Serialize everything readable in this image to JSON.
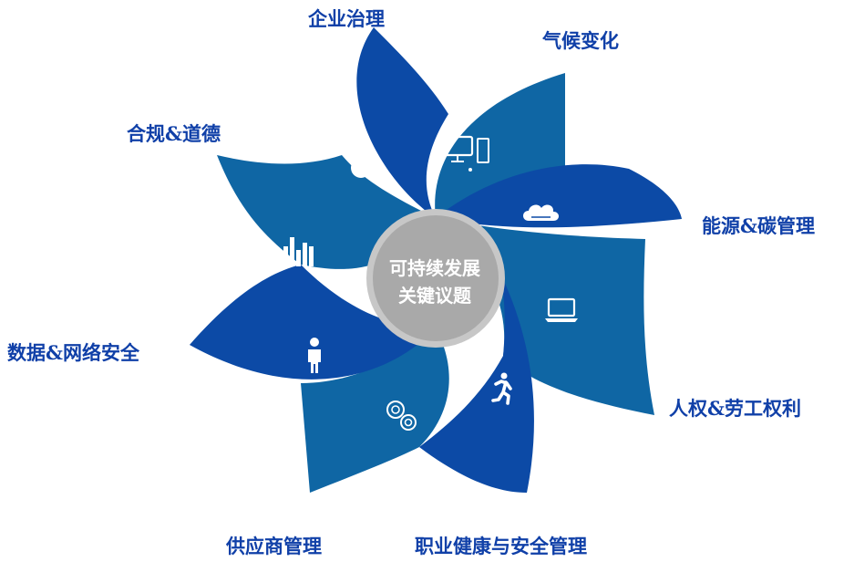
{
  "center": {
    "line1": "可持续发展",
    "line2": "关键议题"
  },
  "colors": {
    "dark_blue": "#0c4aa6",
    "teal_blue": "#0f66a4",
    "label_blue": "#1040a8",
    "hub_fill": "#a9a9a9",
    "hub_ring": "#c7c7c7"
  },
  "topics": [
    {
      "label": "企业治理",
      "icon": "pie-chart-icon"
    },
    {
      "label": "气候变化",
      "icon": "desktop-computer-icon"
    },
    {
      "label": "能源&碳管理",
      "icon": "cloud-icon"
    },
    {
      "label": "人权&劳工权利",
      "icon": "laptop-icon"
    },
    {
      "label": "职业健康与安全管理",
      "icon": "running-person-icon"
    },
    {
      "label": "供应商管理",
      "icon": "gears-icon"
    },
    {
      "label": "数据&网络安全",
      "icon": "person-icon"
    },
    {
      "label": "合规&道德",
      "icon": "bar-chart-icon"
    }
  ]
}
